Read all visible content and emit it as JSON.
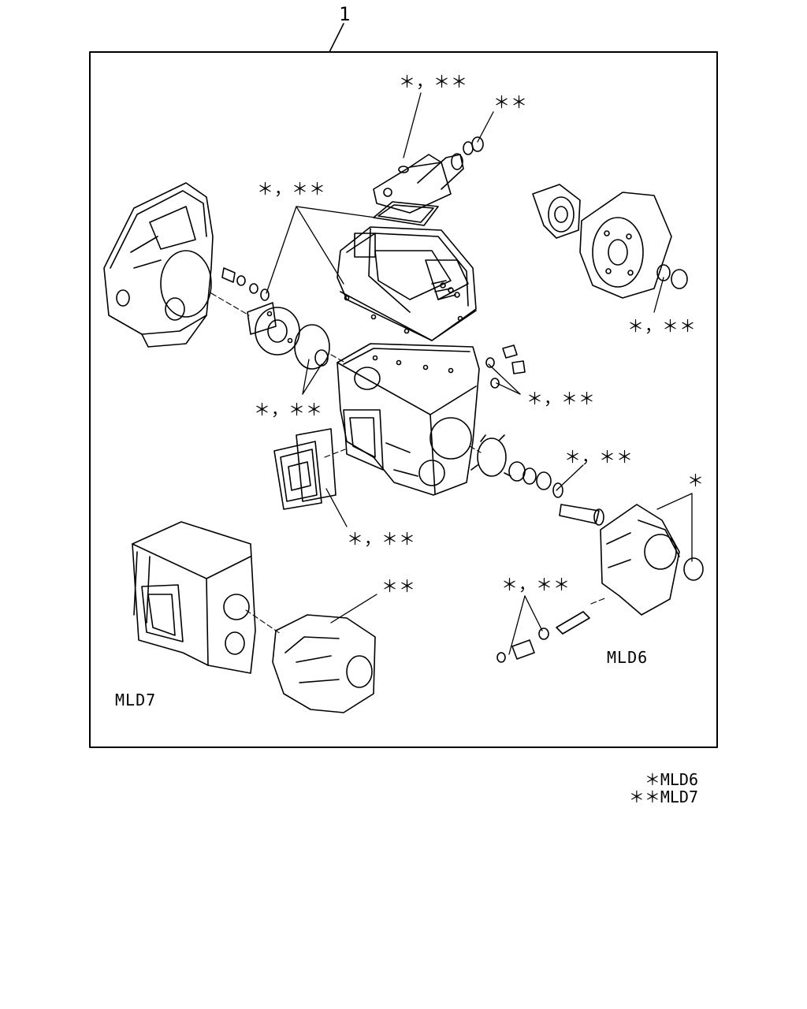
{
  "diagram": {
    "item_number": "1",
    "callouts": [
      "＊，＊＊",
      "＊＊",
      "＊，＊＊",
      "＊，＊＊",
      "＊，＊＊",
      "＊，＊＊",
      "＊，＊＊",
      "＊",
      "＊，＊＊",
      "＊，＊＊",
      "＊＊"
    ],
    "variant_labels": [
      "MLD6",
      "MLD7"
    ],
    "legend": [
      "＊MLD6",
      "＊＊MLD7"
    ]
  }
}
